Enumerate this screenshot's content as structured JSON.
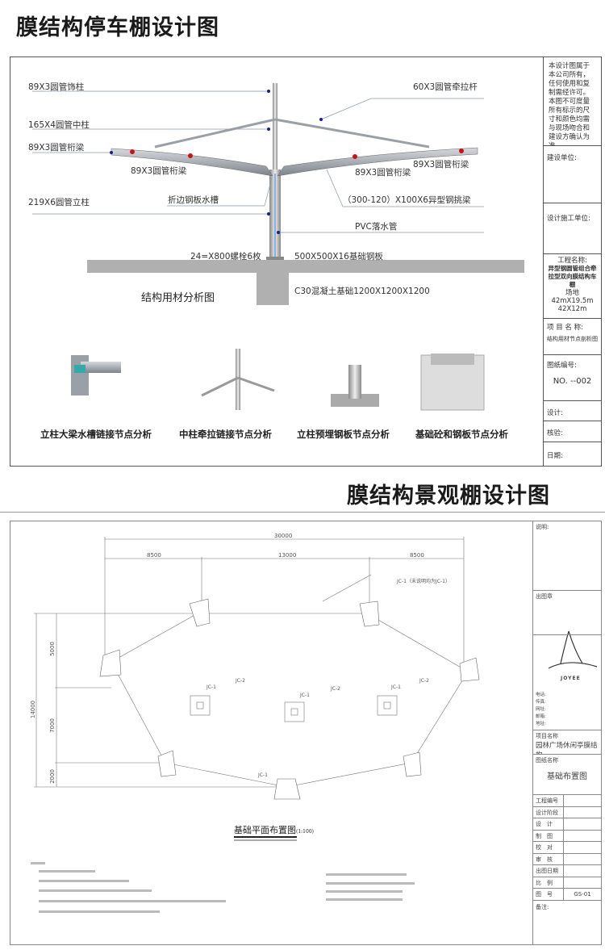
{
  "top": {
    "title": "膜结构停车棚设计图",
    "labels": {
      "decor_column": "89X3圆管饰柱",
      "center_column": "165X4圆管中柱",
      "truss_left": "89X3圆管桁梁",
      "truss_mid_left": "89X3圆管桁梁",
      "truss_mid_right": "89X3圆管桁梁",
      "truss_right": "89X3圆管桁梁",
      "main_column": "219X6圆管立柱",
      "tie_rod": "60X3圆管牵拉杆",
      "gutter": "折边钢板水槽",
      "cantilever": "（300-120）X100X6异型钢挑梁",
      "pvc": "PVC落水管",
      "bolts": "24=X800螺栓6枚",
      "plate": "500X500X16基础钢板",
      "foundation": "C30混凝土基础1200X1200X1200",
      "diagram_title": "结构用材分析图"
    },
    "nodes": [
      "立柱大梁水槽链接节点分析",
      "中柱牵拉链接节点分析",
      "立柱预埋钢板节点分析",
      "基础砼和钢板节点分析"
    ],
    "title_block": {
      "notice": "本设计图属于本公司所有，任何使用和复制需经许可。本图不可度量所有标示的尺寸和颜色均需与现场吻合和建设方确认为准。",
      "client": "建设单位:",
      "contractor": "设计施工单位:",
      "project_label": "工程名称:",
      "project_name": "异型钢圆管组合牵拉型双向膜结构车棚",
      "site": "场地42mX19.5m",
      "size": "42X12m",
      "item_label": "项 目 名 称:",
      "item_name": "结构用材节点剖析图",
      "drawing_no_label": "图纸编号:",
      "drawing_no": "NO. --002",
      "design": "设计:",
      "check": "核验:",
      "date": "日期:"
    }
  },
  "bottom": {
    "title": "膜结构景观棚设计图",
    "dims": {
      "total": "30000",
      "left": "8500",
      "mid": "13000",
      "right": "8500",
      "height": "14000",
      "h1": "5000",
      "h2": "7000",
      "h3": "2000"
    },
    "tags": {
      "jc1_note": "JC-1（未说明均为JC-1）",
      "jc1": "JC-1",
      "jc2": "JC-2"
    },
    "plan_title": "基础平面布置图",
    "plan_scale": "(1:100)",
    "title_block": {
      "notes": "说明:",
      "stamp": "出图章",
      "logo": "JOYEE",
      "contacts": [
        "电话:",
        "传真:",
        "网址:",
        "邮箱:",
        "地址:"
      ],
      "project_label": "项目名称",
      "project_name": "园林广场休闲亭膜结构",
      "drawing_label": "图纸名称",
      "drawing_name": "基础布置图",
      "rows": [
        {
          "k": "工程编号",
          "v": ""
        },
        {
          "k": "设计阶段",
          "v": ""
        },
        {
          "k": "设　计",
          "v": ""
        },
        {
          "k": "制　图",
          "v": ""
        },
        {
          "k": "校　对",
          "v": ""
        },
        {
          "k": "审　核",
          "v": ""
        },
        {
          "k": "出图日期",
          "v": ""
        },
        {
          "k": "比　例",
          "v": ""
        },
        {
          "k": "图　号",
          "v": "GS-01"
        }
      ],
      "remark": "备注:"
    }
  },
  "colors": {
    "steel": "#9aa0a8",
    "red": "#d01010",
    "blue": "#1020a0",
    "ground": "#b0b0b0"
  }
}
